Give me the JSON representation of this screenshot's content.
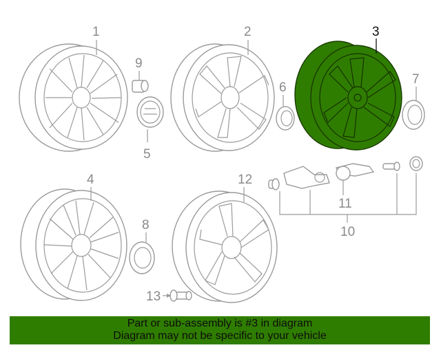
{
  "callouts": {
    "c1": "1",
    "c2": "2",
    "c3": "3",
    "c4": "4",
    "c5": "5",
    "c6": "6",
    "c7": "7",
    "c8": "8",
    "c9": "9",
    "c10": "10",
    "c11": "11",
    "c12": "12",
    "c13": "13"
  },
  "highlight_part": "3",
  "colors": {
    "highlight": "#2f7d00",
    "linework": "#9a9a9a",
    "banner": "#2f7d00"
  },
  "banner": {
    "line1": "Part or sub-assembly is #3 in diagram",
    "line2": "Diagram may not be specific to your vehicle"
  }
}
